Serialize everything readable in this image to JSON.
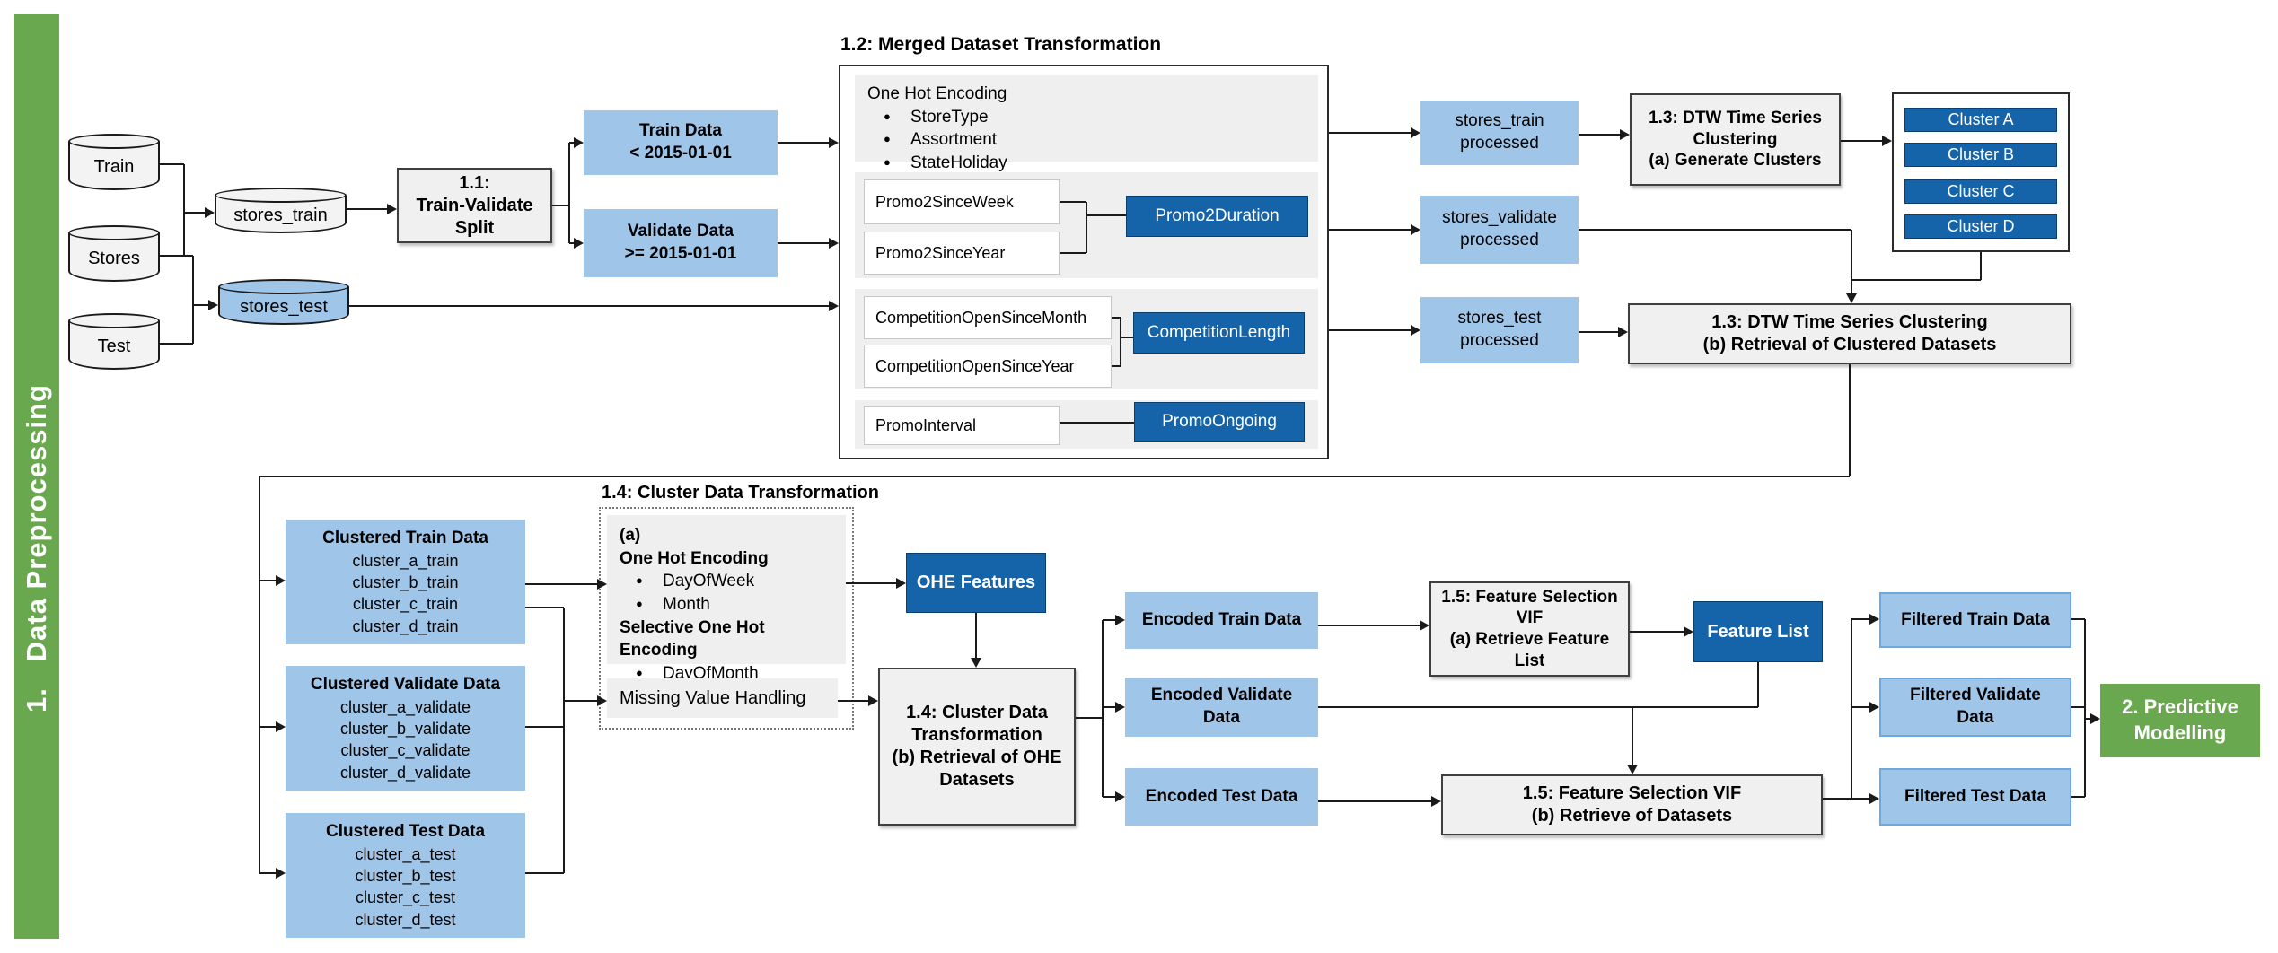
{
  "colors": {
    "accent_green": "#6aa84f",
    "light_blue": "#9fc5e8",
    "dark_blue": "#1563a8",
    "box_grey": "#f0f0f0"
  },
  "sidebar": {
    "label": "1.   Data Preprocessing"
  },
  "sources": {
    "train": "Train",
    "stores": "Stores",
    "test": "Test",
    "stores_train": "stores_train",
    "stores_test": "stores_test"
  },
  "step1_1": {
    "label": "1.1:\nTrain-Validate\nSplit"
  },
  "split": {
    "train": "Train Data\n< 2015-01-01",
    "validate": "Validate Data\n>= 2015-01-01"
  },
  "step1_2": {
    "title": "1.2: Merged Dataset Transformation",
    "one_hot": {
      "heading": "One Hot Encoding",
      "items": [
        "StoreType",
        "Assortment",
        "StateHoliday"
      ]
    },
    "promo2": {
      "inputs": [
        "Promo2SinceWeek",
        "Promo2SinceYear"
      ],
      "output": "Promo2Duration"
    },
    "competition": {
      "inputs": [
        "CompetitionOpenSinceMonth",
        "CompetitionOpenSinceYear"
      ],
      "output": "CompetitionLength"
    },
    "promo": {
      "input": "PromoInterval",
      "output": "PromoOngoing"
    }
  },
  "processed": {
    "train": "stores_train\nprocessed",
    "validate": "stores_validate\nprocessed",
    "test": "stores_test\nprocessed"
  },
  "step1_3": {
    "a": "1.3: DTW Time Series\nClustering\n(a) Generate Clusters",
    "clusters": [
      "Cluster A",
      "Cluster B",
      "Cluster C",
      "Cluster D"
    ],
    "b": "1.3: DTW Time Series Clustering\n(b) Retrieval of Clustered Datasets"
  },
  "clustered": {
    "train": {
      "title": "Clustered Train Data",
      "items": [
        "cluster_a_train",
        "cluster_b_train",
        "cluster_c_train",
        "cluster_d_train"
      ]
    },
    "validate": {
      "title": "Clustered Validate Data",
      "items": [
        "cluster_a_validate",
        "cluster_b_validate",
        "cluster_c_validate",
        "cluster_d_validate"
      ]
    },
    "test": {
      "title": "Clustered Test Data",
      "items": [
        "cluster_a_test",
        "cluster_b_test",
        "cluster_c_test",
        "cluster_d_test"
      ]
    }
  },
  "step1_4": {
    "title": "1.4: Cluster Data Transformation",
    "a_label": "(a)",
    "ohe_heading": "One Hot Encoding",
    "ohe_items": [
      "DayOfWeek",
      "Month"
    ],
    "selective_heading": "Selective One Hot Encoding",
    "selective_items": [
      "DayOfMonth"
    ],
    "missing": "Missing Value Handling",
    "ohe_features": "OHE Features",
    "b": "1.4: Cluster Data\nTransformation\n(b) Retrieval of OHE\nDatasets"
  },
  "encoded": {
    "train": "Encoded Train Data",
    "validate": "Encoded Validate\nData",
    "test": "Encoded Test Data"
  },
  "step1_5": {
    "a": "1.5: Feature Selection\nVIF\n(a) Retrieve Feature\nList",
    "feature_list": "Feature List",
    "b": "1.5: Feature Selection VIF\n(b) Retrieve of Datasets"
  },
  "filtered": {
    "train": "Filtered Train Data",
    "validate": "Filtered Validate\nData",
    "test": "Filtered Test Data"
  },
  "next_stage": {
    "label": "2. Predictive\nModelling"
  }
}
